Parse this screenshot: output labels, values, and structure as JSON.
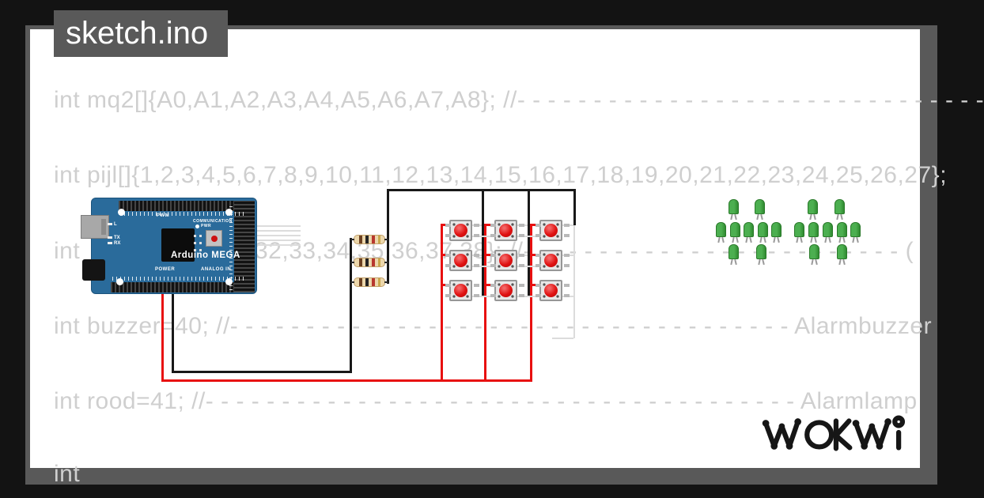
{
  "window": {
    "title": "sketch.ino"
  },
  "editor": {
    "lines": [
      {
        "text": "int mq2[]{A0,A1,A2,A3,A4,A5,A6,A7,A8}; //- - - - - - - - - - - - - - - - - - - - - - - - - - - - - - -"
      },
      {
        "text": "int pijl[]{1,2,3,4,5,6,7,8,9,10,11,12,13,14,15,16,17,18,19,20,21,22,23,24,25,26,27};"
      },
      {
        "text": "int"
      },
      {
        "text": "32,33,34,35,36,37,38}; //- - - - - - - - - - - - - - - - - - - - - - - - - ("
      },
      {
        "text": "int buzzer=40; //- - - - - - - - - - - - - - - - - - - - - - - - - - - - - - - - - - - - - Alarmbuzzer"
      },
      {
        "text": "int rood=41; //- - - - - - - - - - - - - - - - - - - - - - - - - - - - - - - - - - - - - - - Alarmlamp"
      },
      {
        "text": "int"
      }
    ]
  },
  "board": {
    "name": "Arduino MEGA",
    "labels": {
      "pwm": "PWM",
      "communication": "COMMUNICATION",
      "pwr": "PWR",
      "l": "L",
      "tx": "TX",
      "rx": "RX",
      "power": "POWER",
      "analog_in": "ANALOG IN"
    }
  },
  "circuit": {
    "pushbutton_count": 9,
    "resistor_count": 3,
    "green_led_count": 18,
    "wire_colors_used": [
      "red",
      "black",
      "gray"
    ]
  },
  "logo": {
    "label": "WOKWI"
  },
  "colors": {
    "frame": "#131313",
    "panel_gray": "#595959",
    "canvas": "#ffffff",
    "code_text": "#cfcfcf",
    "board_blue": "#2a6b9b",
    "wire_red": "#e81010",
    "wire_black": "#181818",
    "button_cap_red": "#e01111",
    "led_green": "#3d9e3d"
  }
}
